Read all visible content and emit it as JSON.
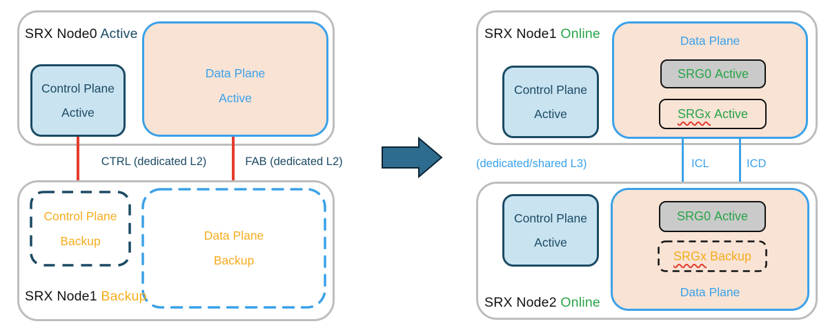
{
  "colors": {
    "navy": "#1b4a63",
    "blue": "#3aa1e8",
    "green": "#28a448",
    "orange": "#f5ac1e",
    "red": "#e43c2c",
    "peach": "#f8e3d5",
    "light_blue": "#c9e3f1",
    "grey_fill": "#cacaca",
    "outline_grey": "#bdbdbd",
    "arrow_fill": "#2e6c8f"
  },
  "chassis_cluster": {
    "node0": {
      "name": "SRX Node0",
      "status": "Active",
      "control_plane": {
        "title": "Control Plane",
        "status": "Active"
      },
      "data_plane": {
        "title": "Data Plane",
        "status": "Active"
      }
    },
    "node1": {
      "name": "SRX Node1",
      "status": "Backup",
      "control_plane": {
        "title": "Control Plane",
        "status": "Backup"
      },
      "data_plane": {
        "title": "Data Plane",
        "status": "Backup"
      }
    },
    "links": {
      "ctrl": "CTRL (dedicated L2)",
      "fab": "FAB (dedicated L2)"
    }
  },
  "multinode_ha": {
    "node1": {
      "name": "SRX Node1",
      "status": "Online",
      "control_plane": {
        "title": "Control Plane",
        "status": "Active"
      },
      "data_plane_label": "Data Plane",
      "srg0": {
        "name": "SRG0",
        "status": "Active"
      },
      "srgx": {
        "name": "SRGx",
        "status": "Active"
      }
    },
    "node2": {
      "name": "SRX Node2",
      "status": "Online",
      "control_plane": {
        "title": "Control Plane",
        "status": "Active"
      },
      "data_plane_label": "Data Plane",
      "srg0": {
        "name": "SRG0",
        "status": "Active"
      },
      "srgx": {
        "name": "SRGx",
        "status": "Backup"
      }
    },
    "links": {
      "l3": "(dedicated/shared L3)",
      "icl": "ICL",
      "icd": "ICD"
    }
  }
}
